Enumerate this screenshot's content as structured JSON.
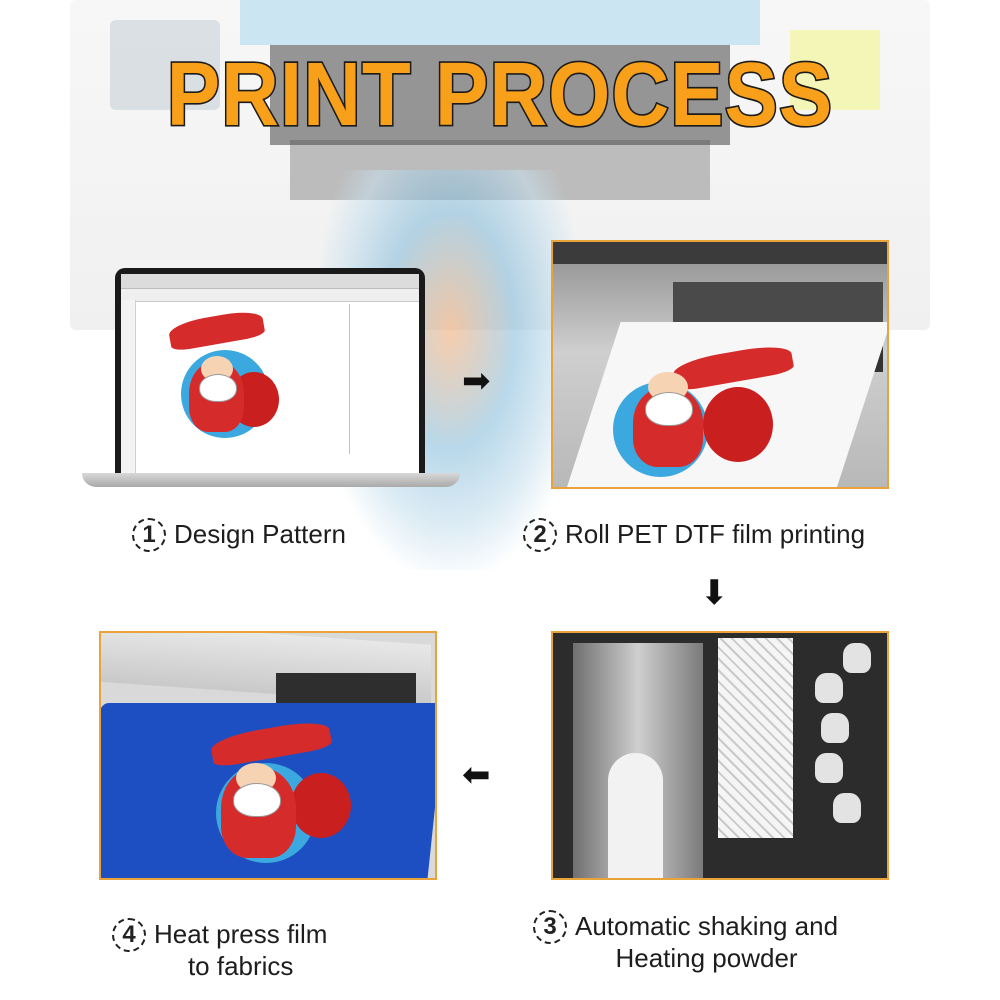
{
  "title": "PRINT PROCESS",
  "steps": [
    {
      "number": "1",
      "label": "Design Pattern"
    },
    {
      "number": "2",
      "label": "Roll PET DTF film printing"
    },
    {
      "number": "3",
      "line1": "Automatic shaking and",
      "line2": "Heating powder"
    },
    {
      "number": "4",
      "line1": "Heat press film",
      "line2": "to fabrics"
    }
  ],
  "arrows": {
    "right": "➡",
    "down": "⬇",
    "left": "⬅"
  },
  "colors": {
    "title_fill": "#f8a01a",
    "title_outline": "#1b1b1b",
    "frame_border": "#e9a33a",
    "shirt": "#1e4fc2"
  }
}
